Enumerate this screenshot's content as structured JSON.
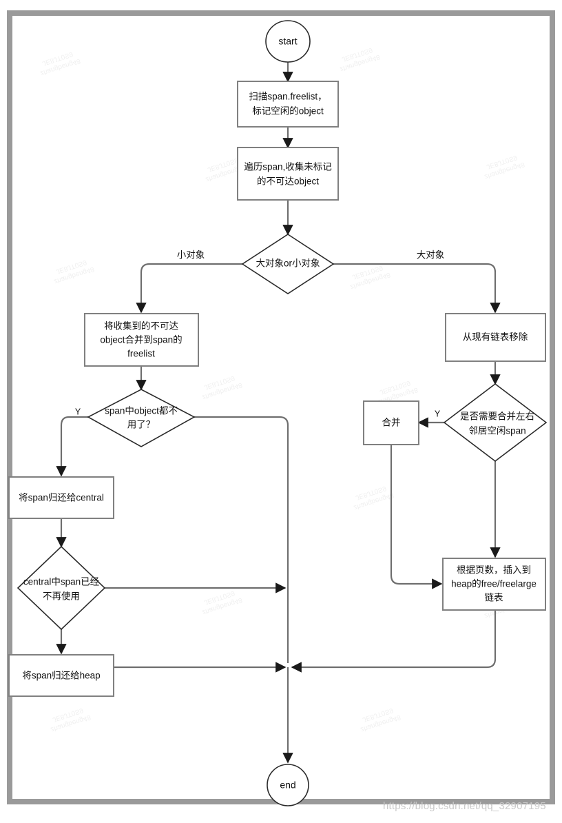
{
  "diagram": {
    "title": "Go GC span sweep flowchart",
    "watermark": "https://blog.csdn.net/qq_32907195",
    "tile_watermark": "zhangbeng48\nJE8JT0S9",
    "colors": {
      "frame": "#9a9a9a",
      "box_stroke": "#808080",
      "diamond_stroke": "#2b2b2b",
      "edge": "#6e6e6e",
      "text": "#111111",
      "background": "#ffffff"
    },
    "nodes": {
      "start": {
        "label": "start",
        "type": "terminal"
      },
      "scan_freelist": {
        "line1": "扫描span.freelist，",
        "line2": "标记空闲的object",
        "type": "process"
      },
      "traverse_span": {
        "line1": "遍历span,收集未标记",
        "line2": "的不可达object",
        "type": "process"
      },
      "size_decision": {
        "label": "大对象or小对象",
        "type": "decision"
      },
      "merge_to_freelist": {
        "line1": "将收集到的不可达",
        "line2": "object合并到span的",
        "line3": "freelist",
        "type": "process"
      },
      "span_unused": {
        "line1": "span中object都不",
        "line2": "用了？",
        "type": "decision"
      },
      "return_to_central": {
        "label": "将span归还给central",
        "type": "process"
      },
      "central_unused": {
        "line1": "central中span已经",
        "line2": "不再使用",
        "type": "decision"
      },
      "return_to_heap": {
        "label": "将span归还给heap",
        "type": "process"
      },
      "remove_from_list": {
        "label": "从现有链表移除",
        "type": "process"
      },
      "need_merge": {
        "line1": "是否需要合并左右",
        "line2": "邻居空闲span",
        "type": "decision"
      },
      "merge": {
        "label": "合并",
        "type": "process"
      },
      "insert_heap_list": {
        "line1": "根据页数，插入到",
        "line2": "heap的free/freelarge",
        "line3": "链表",
        "type": "process"
      },
      "end": {
        "label": "end",
        "type": "terminal"
      }
    },
    "edge_labels": {
      "small_object": "小对象",
      "large_object": "大对象",
      "span_unused_yes": "Y",
      "need_merge_yes": "Y"
    }
  }
}
